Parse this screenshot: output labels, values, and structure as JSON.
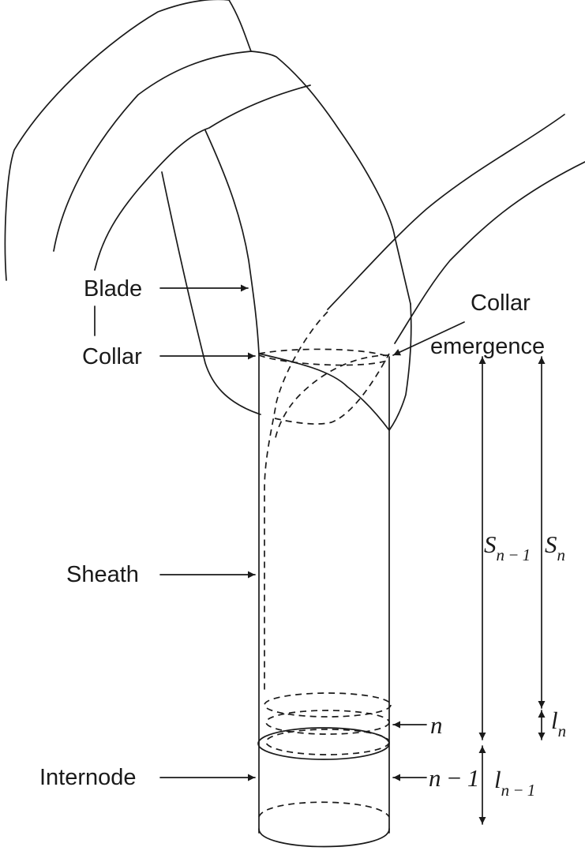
{
  "labels": {
    "blade": "Blade",
    "collar": "Collar",
    "sheath": "Sheath",
    "internode": "Internode",
    "collar_emergence_line1": "Collar",
    "collar_emergence_line2": "emergence",
    "node_n": "n",
    "node_n_minus_1": "n − 1"
  },
  "measures": {
    "s_prev": {
      "symbol": "S",
      "sub": "n − 1"
    },
    "s_curr": {
      "symbol": "S",
      "sub": "n"
    },
    "l_curr": {
      "symbol": "l",
      "sub": "n"
    },
    "l_prev": {
      "symbol": "l",
      "sub": "n − 1"
    }
  }
}
